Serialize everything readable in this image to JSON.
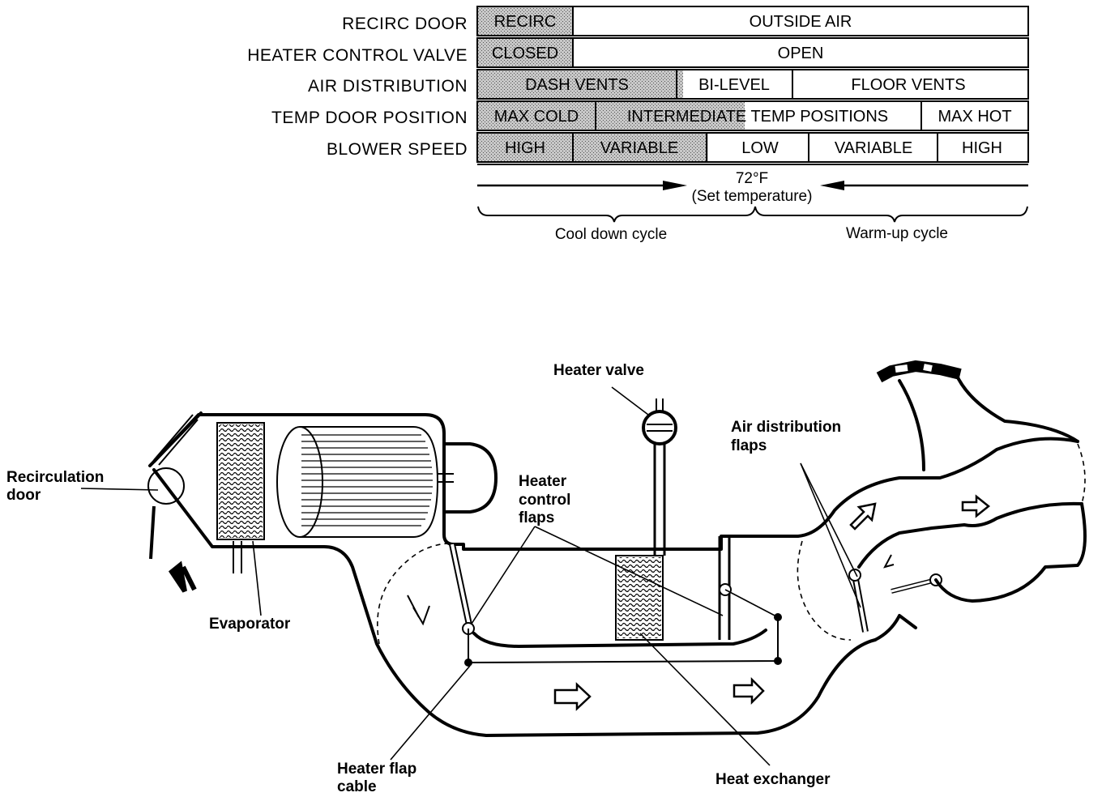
{
  "control_table": {
    "rows": [
      {
        "label": "RECIRC DOOR",
        "cells": [
          "RECIRC",
          "OUTSIDE AIR"
        ]
      },
      {
        "label": "HEATER CONTROL VALVE",
        "cells": [
          "CLOSED",
          "OPEN"
        ]
      },
      {
        "label": "AIR DISTRIBUTION",
        "cells": [
          "DASH VENTS",
          "BI-LEVEL",
          "FLOOR VENTS"
        ]
      },
      {
        "label": "TEMP DOOR POSITION",
        "cells": [
          "MAX COLD",
          "INTERMEDIATE TEMP POSITIONS",
          "MAX HOT"
        ]
      },
      {
        "label": "BLOWER SPEED",
        "cells": [
          "HIGH",
          "VARIABLE",
          "LOW",
          "VARIABLE",
          "HIGH"
        ]
      }
    ],
    "set_temp": "72°F",
    "set_temp_note": "(Set temperature)",
    "cool_down": "Cool down cycle",
    "warm_up": "Warm-up cycle"
  },
  "callouts": {
    "recirculation_door_1": "Recirculation",
    "recirculation_door_2": "door",
    "evaporator": "Evaporator",
    "heater_valve": "Heater valve",
    "heater_control_flaps_1": "Heater",
    "heater_control_flaps_2": "control",
    "heater_control_flaps_3": "flaps",
    "air_distribution_flaps_1": "Air distribution",
    "air_distribution_flaps_2": "flaps",
    "heater_flap_cable_1": "Heater flap",
    "heater_flap_cable_2": "cable",
    "heat_exchanger": "Heat exchanger"
  }
}
